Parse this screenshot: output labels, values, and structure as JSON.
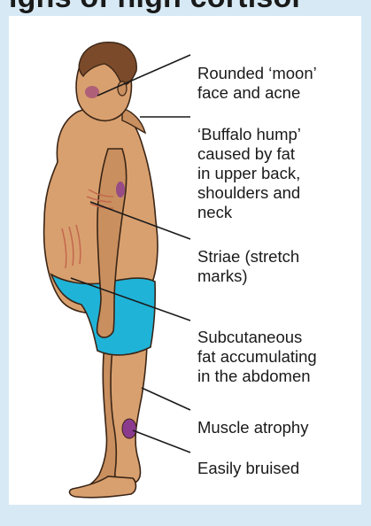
{
  "heading": "igns of high cortisol",
  "labels": [
    "Rounded ‘moon’\nface and acne",
    "‘Buffalo hump’\ncaused by fat\nin upper back,\nshoulders and\nneck",
    "Striae (stretch\nmarks)",
    "Subcutaneous\nfat accumulating\nin the abdomen",
    "Muscle atrophy",
    "Easily bruised"
  ],
  "colors": {
    "background": "#d7e9f4",
    "panel": "#ffffff",
    "skin": "#d9a06f",
    "hair": "#7a4a2a",
    "shorts": "#1fb3d8",
    "bruise": "#8b3b8e",
    "striae": "#c46a4f"
  }
}
